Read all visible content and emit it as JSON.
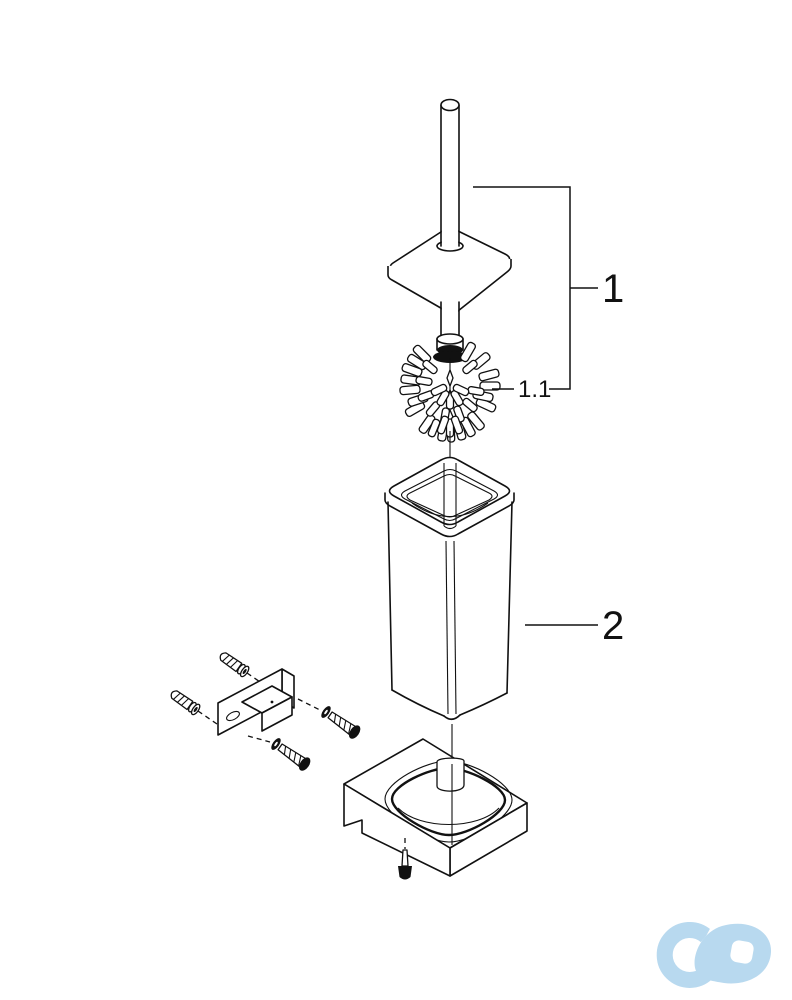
{
  "diagram": {
    "callout_1": {
      "label": "1"
    },
    "callout_1_1": {
      "label": "1.1"
    },
    "callout_2": {
      "label": "2"
    }
  },
  "branding": {
    "logo_icon": "cd-infinity-logo",
    "logo_color": "#b8d9ef"
  },
  "colors": {
    "background": "#ffffff",
    "line": "#111111"
  }
}
